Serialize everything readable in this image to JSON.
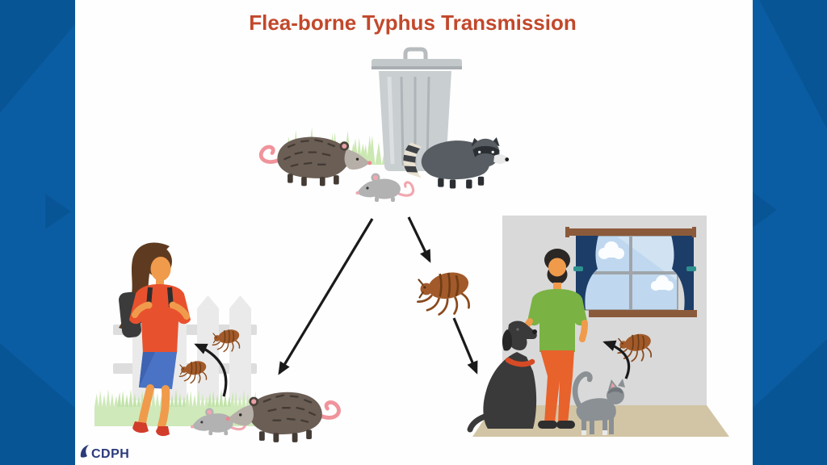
{
  "title": {
    "text": "Flea-borne Typhus Transmission",
    "color": "#C2482B"
  },
  "branding": {
    "logo_text": "CDPH",
    "logo_color": "#2B3A7A",
    "logo_icon": "cdph-california-icon"
  },
  "frame": {
    "side_background": "#0B5DA3",
    "side_accent": "#084E8C",
    "panel": "#FEFEFE"
  },
  "palette": {
    "arrow": "#1A1A1A",
    "flea_body": "#A25A2A",
    "grass": "#CBE8B2",
    "trash_can": "#C9CED1",
    "opossum_body": "#6B5E55",
    "raccoon_body": "#575D63",
    "rat_body": "#B2B2B2",
    "skin": "#F09B4C",
    "woman_shirt": "#E8512E",
    "woman_skirt": "#4B73C5",
    "man_shirt": "#7AB243",
    "man_pants": "#E8622C",
    "dog": "#3A3A3A",
    "dog_collar": "#D64A26",
    "cat": "#8A9094",
    "wall": "#D9D9D9",
    "floor": "#D2C5A5",
    "curtain": "#1C3D68",
    "window_wood": "#8B5A3A",
    "fence": "#EAEAEA"
  },
  "diagram": {
    "type": "illustration-flowchart",
    "description": "Transmission pathways of flea-borne typhus: wildlife around trash spreads fleas and rodents to people outdoors and to homes with pets",
    "nodes": [
      {
        "id": "wildlife-trash",
        "label": "Wildlife around trash can",
        "icons": [
          "opossum-icon",
          "rat-icon",
          "raccoon-icon",
          "trash-can-icon",
          "grass-icon"
        ]
      },
      {
        "id": "flea",
        "label": "Flea",
        "icons": [
          "flea-icon"
        ]
      },
      {
        "id": "outdoor-person",
        "label": "Woman outdoors by picket fence with rodents and fleas",
        "icons": [
          "woman-icon",
          "picket-fence-icon",
          "grass-icon",
          "flea-icon",
          "rat-icon",
          "opossum-icon"
        ]
      },
      {
        "id": "home-pets",
        "label": "Man at home with dog and cat",
        "icons": [
          "man-icon",
          "dog-icon",
          "cat-icon",
          "window-icon",
          "flea-icon"
        ]
      }
    ],
    "arrows": [
      {
        "from": "wildlife-trash",
        "to": "outdoor-person",
        "style": "straight"
      },
      {
        "from": "wildlife-trash",
        "to": "flea",
        "style": "straight"
      },
      {
        "from": "flea",
        "to": "home-pets",
        "style": "straight"
      },
      {
        "from": "outdoor-fleas",
        "to": "outdoor-person",
        "style": "curved"
      },
      {
        "from": "home-flea",
        "to": "home-pets",
        "style": "curved"
      }
    ]
  }
}
